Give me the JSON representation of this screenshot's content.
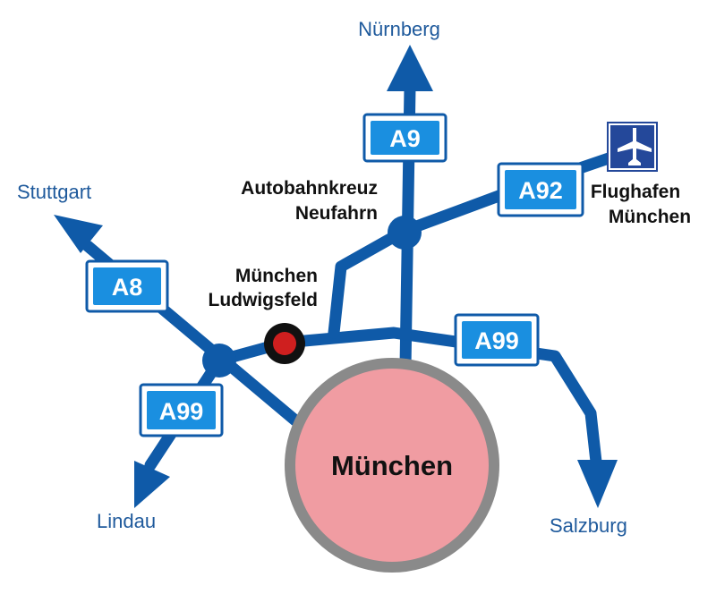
{
  "colors": {
    "road": "#0f5aa8",
    "shield_fill": "#1a8fe0",
    "shield_frame": "#0f5aa8",
    "city_fill": "#f09ca2",
    "city_ring": "#8a8a8a",
    "junction_fill": "#cf1f1f",
    "label_blue": "#1f5a9c",
    "label_dark": "#111111",
    "airport_sign": "#24489a"
  },
  "destinations": {
    "north": "Nürnberg",
    "northwest": "Stuttgart",
    "southwest": "Lindau",
    "southeast": "Salzburg"
  },
  "places": {
    "interchange": {
      "line1": "Autobahnkreuz",
      "line2": "Neufahrn"
    },
    "junction": {
      "line1": "München",
      "line2": "Ludwigsfeld"
    },
    "airport": {
      "line1": "Flughafen",
      "line2": "München",
      "icon": "airplane-icon"
    },
    "city": "München"
  },
  "shields": {
    "a9": "A9",
    "a92": "A92",
    "a8": "A8",
    "a99_east": "A99",
    "a99_west": "A99"
  }
}
